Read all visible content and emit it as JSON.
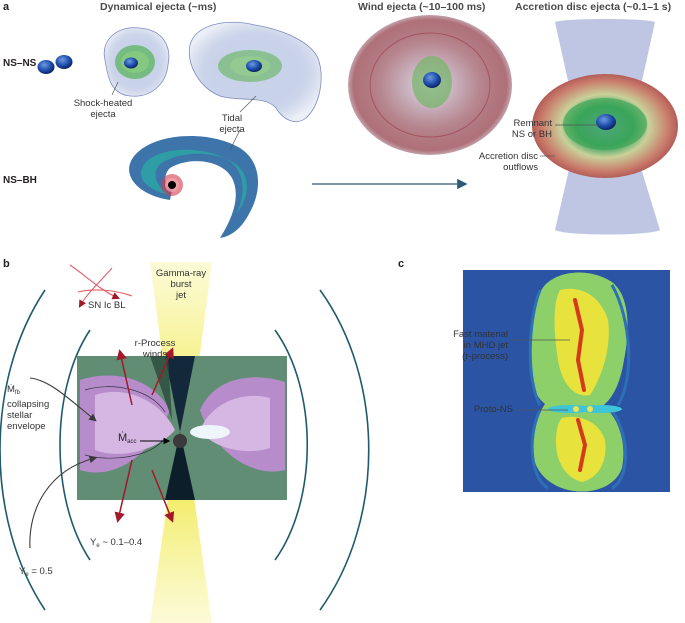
{
  "panel_a": {
    "letter": "a",
    "headers": {
      "dynamical": "Dynamical ejecta (~ms)",
      "wind": "Wind ejecta (~10–100 ms)",
      "disc": "Accretion disc ejecta (~0.1–1 s)"
    },
    "rows": {
      "nsns": "NS–NS",
      "nsbh": "NS–BH"
    },
    "labels": {
      "shock_line1": "Shock-heated",
      "shock_line2": "ejecta",
      "tidal_line1": "Tidal",
      "tidal_line2": "ejecta",
      "remnant_line1": "Remnant",
      "remnant_line2": "NS or BH",
      "disc_line1": "Accretion disc",
      "disc_line2": "outflows"
    }
  },
  "panel_b": {
    "letter": "b",
    "grb_line1": "Gamma-ray",
    "grb_line2": "burst",
    "grb_line3": "jet",
    "sn": "SN Ic BL",
    "rproc_line1": "r-Process",
    "rproc_line2": "winds",
    "mfb_symbol": "Ṁ",
    "mfb_sub": "fb",
    "mfb_line2": "collapsing",
    "mfb_line3": "stellar",
    "mfb_line4": "envelope",
    "macc_symbol": "Ṁ",
    "macc_sub": "acc",
    "ye1_symbol": "Y",
    "ye1_sub": "e",
    "ye1_value": " = 0.5",
    "ye2_symbol": "Y",
    "ye2_sub": "e",
    "ye2_value": " ~ 0.1–0.4"
  },
  "panel_c": {
    "letter": "c",
    "fast_line1": "Fast material",
    "fast_line2": "in MHD jet",
    "fast_line3": "(r-process)",
    "protons": "Proto-NS"
  },
  "colors": {
    "arrow_blue": "#2d5a78",
    "arc_teal": "#1f5a6e",
    "arrow_red": "#a3182a",
    "sim_blue": "#2c54a4",
    "jet_yellow": "#f2ec6a"
  }
}
